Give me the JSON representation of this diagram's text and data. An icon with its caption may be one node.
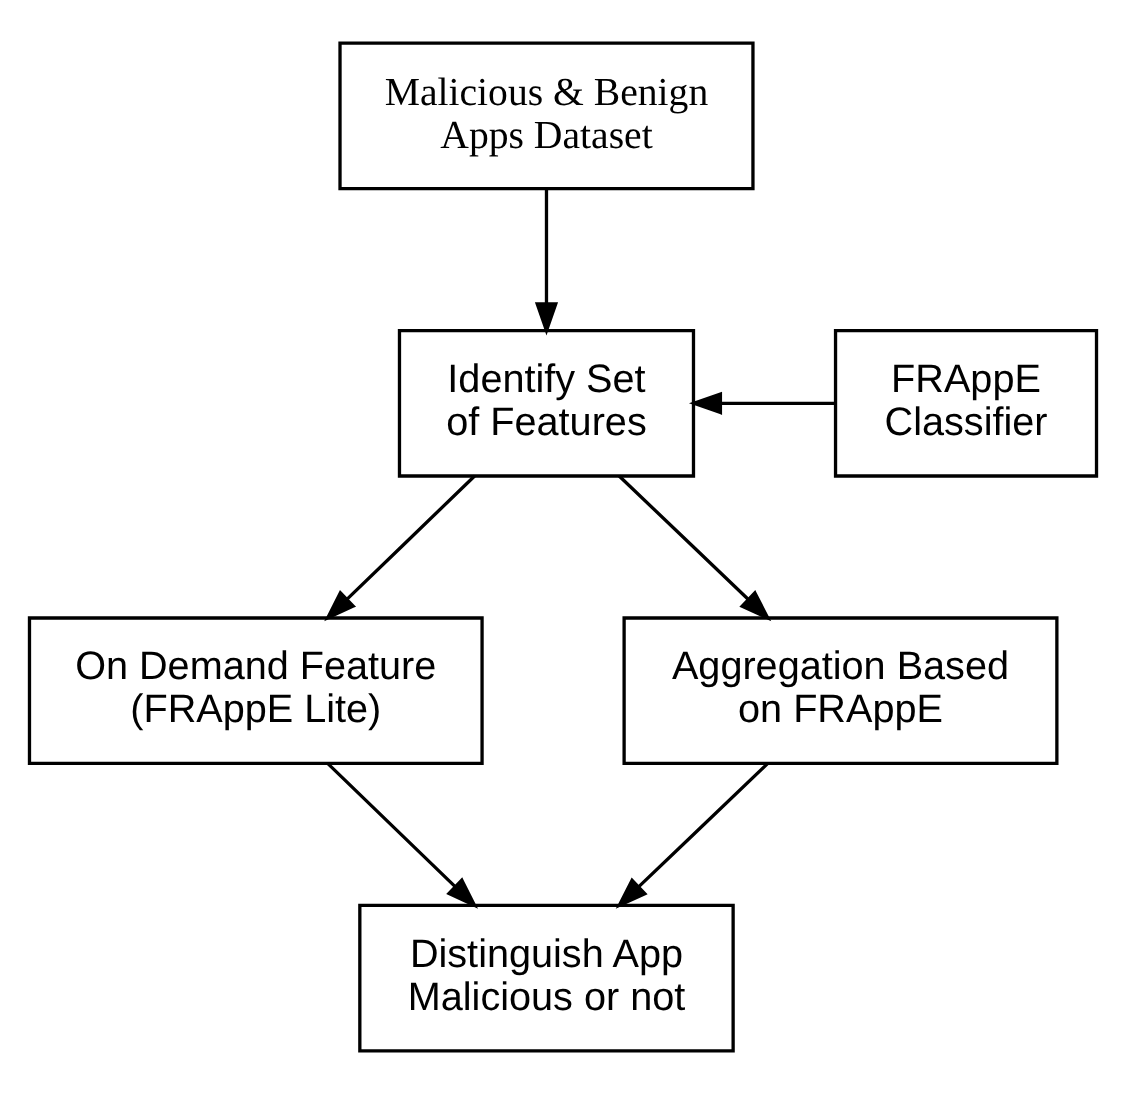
{
  "diagram": {
    "nodes": [
      {
        "text": [
          "Malicious & Benign Apps Dataset"
        ]
      },
      {
        "text": [
          "Identify Set of Features"
        ]
      },
      {
        "text": [
          "FRAppE Classifier"
        ]
      },
      {
        "text": [
          "On Demand Feature (FRAppE Lite)"
        ]
      },
      {
        "text": [
          "Aggregation Based on FRAppE"
        ]
      },
      {
        "text": [
          "Distinguish App Malicious or not"
        ]
      }
    ],
    "edges": [
      {
        "from": 0,
        "to": 1,
        "arrow": "to"
      },
      {
        "from": 2,
        "to": 1,
        "arrow": "to"
      },
      {
        "from": 1,
        "to": 3,
        "arrow": "to"
      },
      {
        "from": 1,
        "to": 4,
        "arrow": "to"
      },
      {
        "from": 3,
        "to": 5,
        "arrow": "to"
      },
      {
        "from": 4,
        "to": 5,
        "arrow": "to"
      }
    ]
  }
}
